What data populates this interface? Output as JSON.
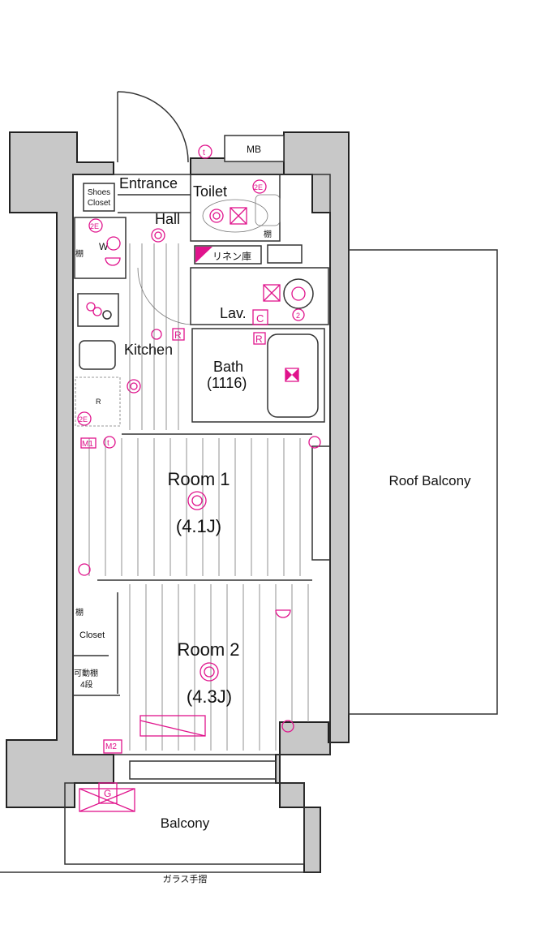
{
  "labels": {
    "mb": "MB",
    "entrance": "Entrance",
    "shoes_closet_1": "Shoes",
    "shoes_closet_2": "Closet",
    "toilet": "Toilet",
    "hall": "Hall",
    "w": "W",
    "shelf": "棚",
    "linen": "リネン庫",
    "lav": "Lav.",
    "kitchen": "Kitchen",
    "bath": "Bath",
    "bath_size": "(1116)",
    "room1": "Room 1",
    "room1_size": "(4.1J)",
    "room2": "Room 2",
    "room2_size": "(4.3J)",
    "closet": "Closet",
    "movable_shelf_1": "可動棚",
    "movable_shelf_2": "4段",
    "roof_balcony": "Roof Balcony",
    "balcony": "Balcony",
    "glass_railing": "ガラス手摺"
  },
  "symbols": {
    "t": "t",
    "c": "C",
    "r": "R",
    "m1": "M1",
    "m2": "M2",
    "g": "G",
    "r_label": "R",
    "two_e": "2E",
    "two": "2"
  },
  "colors": {
    "accent": "#e0138c",
    "wall": "#c8c8c8"
  }
}
